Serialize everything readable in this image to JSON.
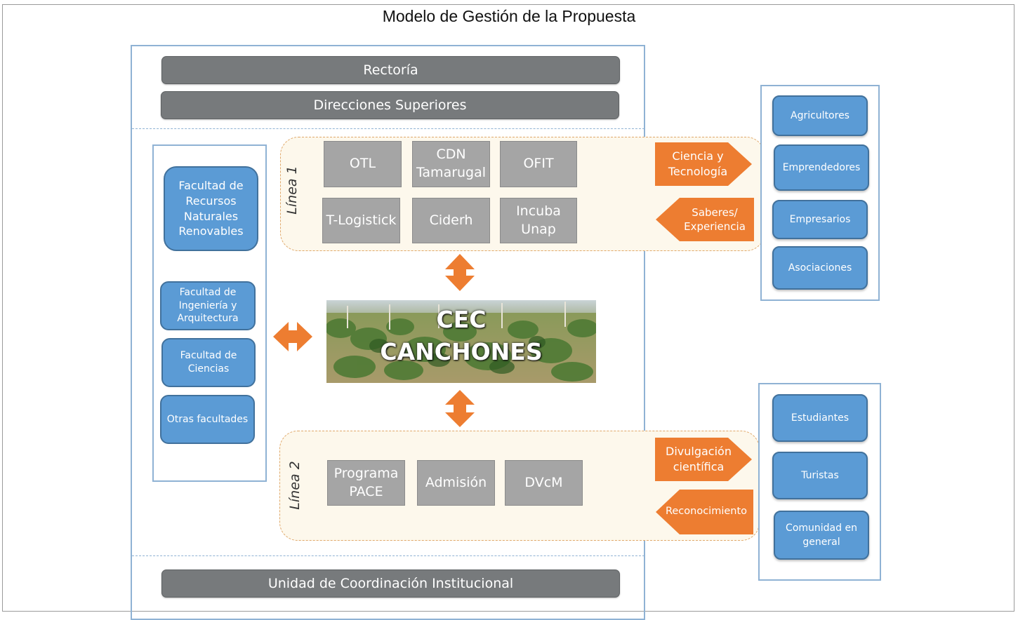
{
  "title": "Modelo de Gestión de la Propuesta",
  "top": {
    "rectoria": "Rectoría",
    "direcciones": "Direcciones Superiores"
  },
  "bottom": {
    "unidad": "Unidad de Coordinación Institucional"
  },
  "faculties": [
    "Facultad de Recursos Naturales Renovables",
    "Facultad de Ingeniería y Arquitectura",
    "Facultad de Ciencias",
    "Otras facultades"
  ],
  "linea1": {
    "label": "Línea 1",
    "boxes": [
      "OTL",
      "CDN Tamarugal",
      "OFIT",
      "T-Logistick",
      "Ciderh",
      "Incuba Unap"
    ],
    "arrow_out": "Ciencia y Tecnología",
    "arrow_in": "Saberes/ Experiencia"
  },
  "linea2": {
    "label": "Línea 2",
    "boxes": [
      "Programa PACE",
      "Admisión",
      "DVcM"
    ],
    "arrow_out": "Divulgación científica",
    "arrow_in": "Reconocimiento"
  },
  "center": {
    "line1": "CEC",
    "line2": "CANCHONES"
  },
  "external_top": [
    "Agricultores",
    "Emprendedores",
    "Empresarios",
    "Asociaciones"
  ],
  "external_bottom": [
    "Estudiantes",
    "Turistas",
    "Comunidad en general"
  ],
  "colors": {
    "blue": "#5b9bd5",
    "gray_bar": "#777a7c",
    "gray_box": "#a5a5a5",
    "orange": "#ed7d31",
    "border_blue": "#8fb2d4"
  }
}
